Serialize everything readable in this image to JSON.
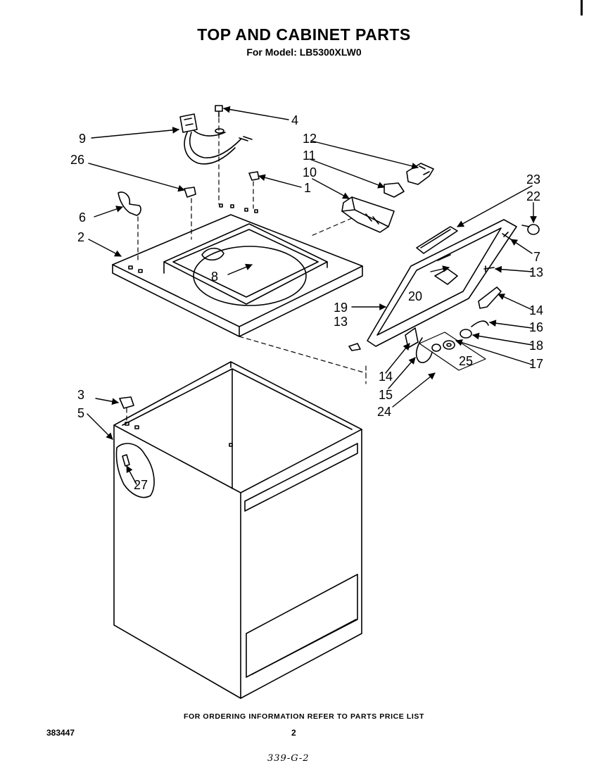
{
  "header": {
    "title": "TOP AND CABINET PARTS",
    "model_line": "For Model: LB5300XLW0"
  },
  "footer": {
    "ordering_note": "FOR ORDERING INFORMATION REFER TO PARTS PRICE LIST",
    "document_number": "383447",
    "page_number": "2",
    "handwritten_note": "339-G-2"
  },
  "callouts": {
    "c1": "1",
    "c2": "2",
    "c3": "3",
    "c4": "4",
    "c5": "5",
    "c6": "6",
    "c7": "7",
    "c8": "8",
    "c9": "9",
    "c10": "10",
    "c11": "11",
    "c12": "12",
    "c13a": "13",
    "c13b": "13",
    "c14a": "14",
    "c14b": "14",
    "c15": "15",
    "c16": "16",
    "c17": "17",
    "c18": "18",
    "c19": "19",
    "c20": "20",
    "c22": "22",
    "c23": "23",
    "c24": "24",
    "c25": "25",
    "c26": "26",
    "c27": "27"
  }
}
